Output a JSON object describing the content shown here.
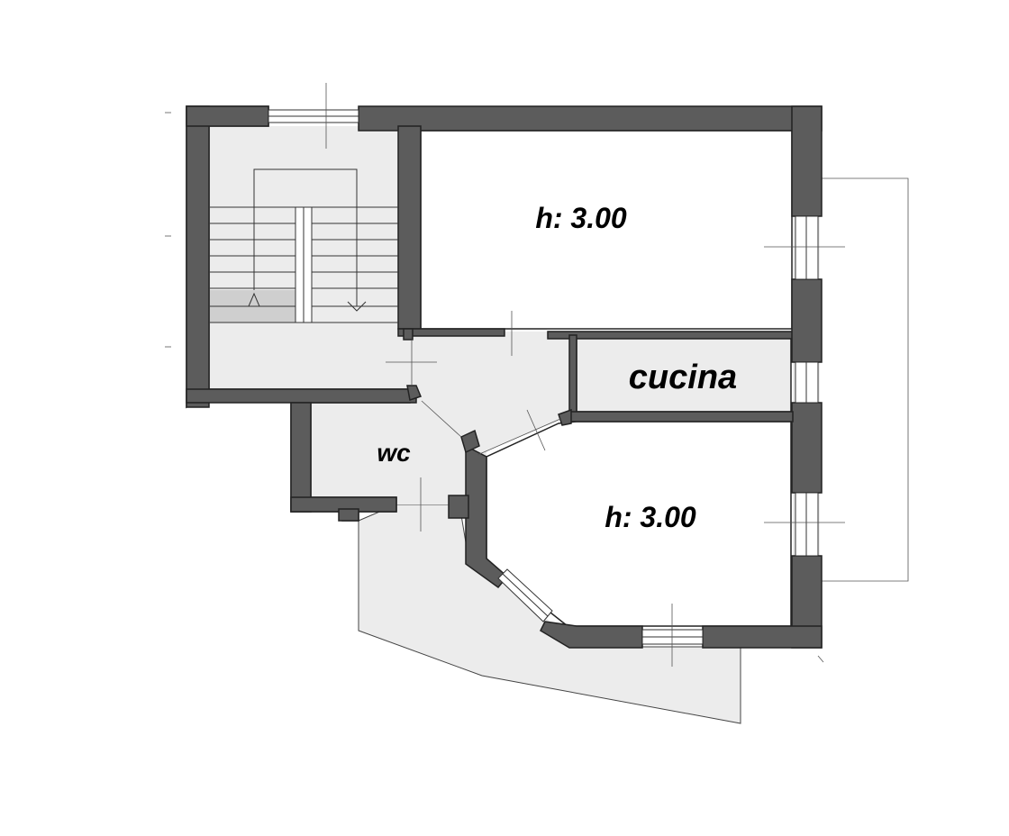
{
  "rooms": {
    "room_top_height": "h: 3.00",
    "kitchen": "cucina",
    "wc": "wc",
    "room_bottom_height": "h: 3.00"
  },
  "colors": {
    "wall": "#5c5c5c",
    "floor": "#ececec",
    "room": "#ffffff"
  }
}
